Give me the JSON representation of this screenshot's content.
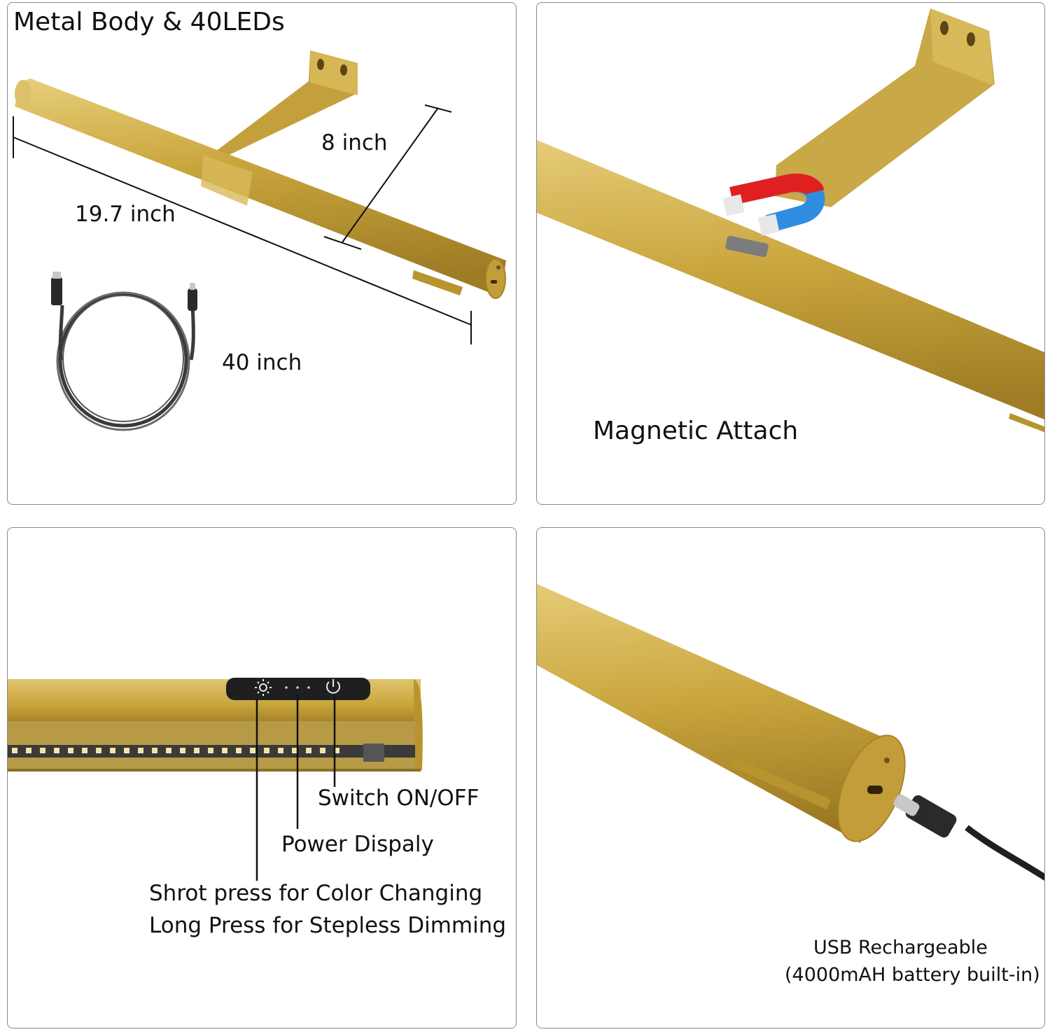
{
  "panels": {
    "dimensions": {
      "title": "Metal Body & 40LEDs",
      "bar_length": "19.7 inch",
      "bracket_length": "8 inch",
      "cable_length": "40 inch"
    },
    "magnetic": {
      "caption": "Magnetic Attach"
    },
    "controls": {
      "switch_label": "Switch ON/OFF",
      "power_label": "Power Dispaly",
      "color_label_line1": "Shrot press for Color Changing",
      "color_label_line2": "Long Press for Stepless Dimming"
    },
    "usb": {
      "caption_line1": "USB Rechargeable",
      "caption_line2": "(4000mAH battery built-in)"
    }
  },
  "icons": [
    "usb-cable-icon",
    "magnet-icon",
    "brightness-icon",
    "power-icon",
    "usb-c-plug-icon"
  ],
  "colors": {
    "gold": "#c9a53d",
    "gold_dark": "#a8842a",
    "gold_light": "#e3c668",
    "magnet_red": "#e02020",
    "magnet_blue": "#2f8de0",
    "panel_border": "#8a8a8a"
  }
}
